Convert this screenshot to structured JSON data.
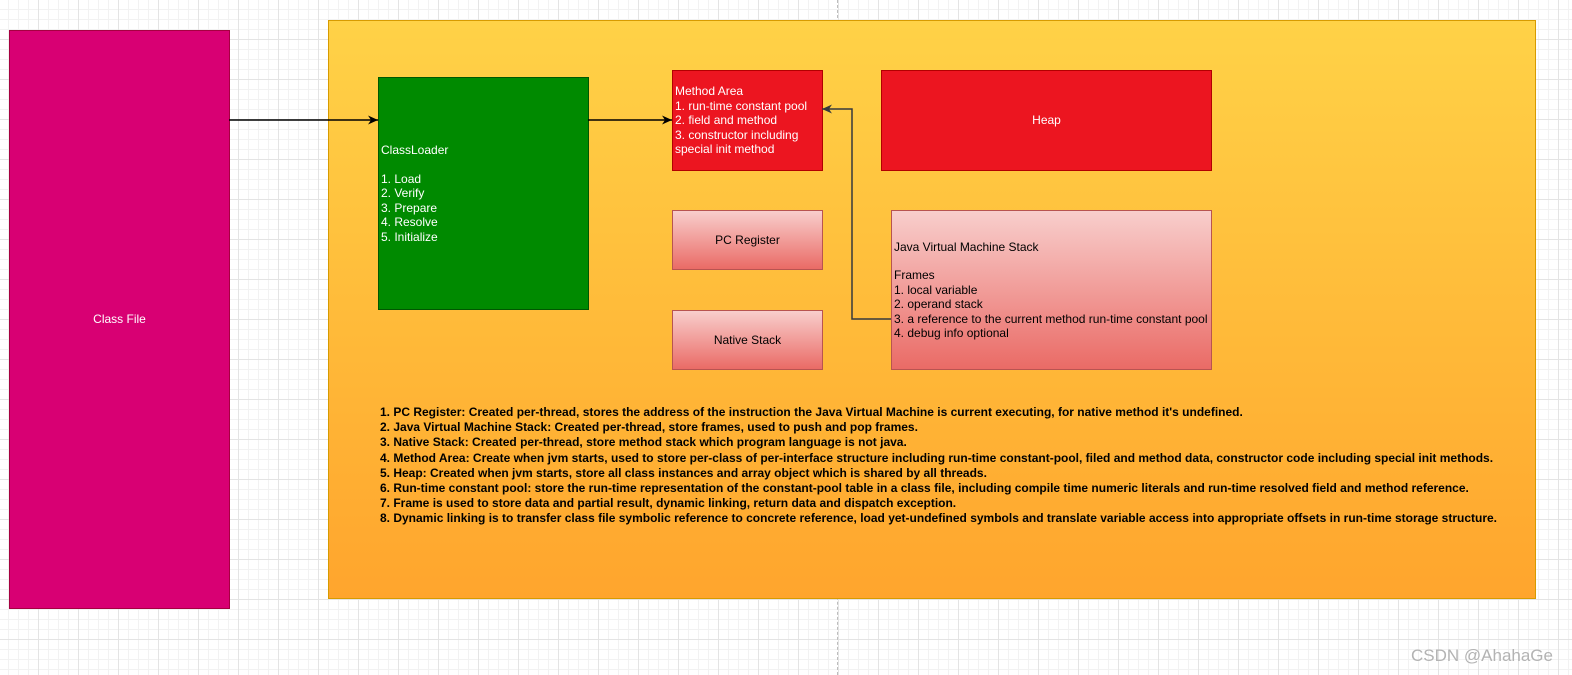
{
  "class_file": {
    "label": "Class File"
  },
  "class_loader": {
    "title": "ClassLoader",
    "steps": [
      "1. Load",
      "2. Verify",
      "3. Prepare",
      "4. Resolve",
      "5. Initialize"
    ]
  },
  "method_area": {
    "title": "Method Area",
    "items": [
      "1. run-time constant pool",
      "2. field and method",
      "3. constructor including special init method"
    ]
  },
  "heap": {
    "label": "Heap"
  },
  "pc_register": {
    "label": "PC Register"
  },
  "native_stack": {
    "label": "Native Stack"
  },
  "jvm_stack": {
    "title": "Java Virtual Machine Stack",
    "frames_label": "Frames",
    "frames": [
      "1. local variable",
      "2. operand stack",
      "3. a reference to the current method run-time constant pool",
      "4. debug info optional"
    ]
  },
  "notes": [
    "1. PC Register: Created per-thread, stores the address of the instruction the Java Virtual Machine is current executing, for native method it's undefined.",
    "2. Java Virtual Machine Stack: Created per-thread, store frames, used to push and pop frames.",
    "3. Native Stack: Created per-thread, store method stack which program language is not java.",
    "4. Method Area: Create when jvm starts, used to store per-class of per-interface structure including run-time constant-pool, filed and method data, constructor code including special init methods.",
    "5. Heap: Created when jvm starts, store all class instances and array object which is shared by all threads.",
    "6. Run-time constant pool: store the run-time representation of the constant-pool table in a class file, including compile time numeric literals and run-time resolved field and method reference.",
    "7. Frame is used to store data and partial result, dynamic linking, return data and dispatch exception.",
    "8. Dynamic linking is to transfer class file symbolic reference to concrete reference, load yet-undefined symbols and translate variable access into appropriate offsets in run-time storage structure."
  ],
  "watermark": "CSDN @AhahaGe",
  "colors": {
    "class_file_fill": "#d80073",
    "runtime_area_top": "#ffd247",
    "runtime_area_bottom": "#ffa52d",
    "class_loader_fill": "#008a00",
    "method_area_fill": "#ec1520",
    "heap_fill": "#ec1520",
    "stack_gradient_top": "#f8cecc",
    "stack_gradient_bottom": "#ea6b66",
    "arrow": "#000000",
    "return_arrow": "#36393d"
  }
}
